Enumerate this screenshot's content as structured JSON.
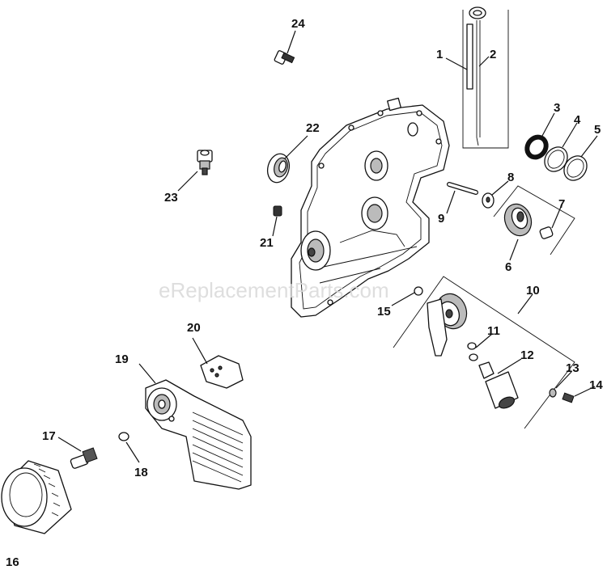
{
  "watermark": "eReplacementParts.com",
  "parts": [
    {
      "id": "1",
      "label": "1"
    },
    {
      "id": "2",
      "label": "2"
    },
    {
      "id": "3",
      "label": "3"
    },
    {
      "id": "4",
      "label": "4"
    },
    {
      "id": "5",
      "label": "5"
    },
    {
      "id": "6",
      "label": "6"
    },
    {
      "id": "7",
      "label": "7"
    },
    {
      "id": "8",
      "label": "8"
    },
    {
      "id": "9",
      "label": "9"
    },
    {
      "id": "10",
      "label": "10"
    },
    {
      "id": "11",
      "label": "11"
    },
    {
      "id": "12",
      "label": "12"
    },
    {
      "id": "13",
      "label": "13"
    },
    {
      "id": "14",
      "label": "14"
    },
    {
      "id": "15",
      "label": "15"
    },
    {
      "id": "16",
      "label": "16"
    },
    {
      "id": "17",
      "label": "17"
    },
    {
      "id": "18",
      "label": "18"
    },
    {
      "id": "19",
      "label": "19"
    },
    {
      "id": "20",
      "label": "20"
    },
    {
      "id": "21",
      "label": "21"
    },
    {
      "id": "22",
      "label": "22"
    },
    {
      "id": "23",
      "label": "23"
    },
    {
      "id": "24",
      "label": "24"
    }
  ]
}
